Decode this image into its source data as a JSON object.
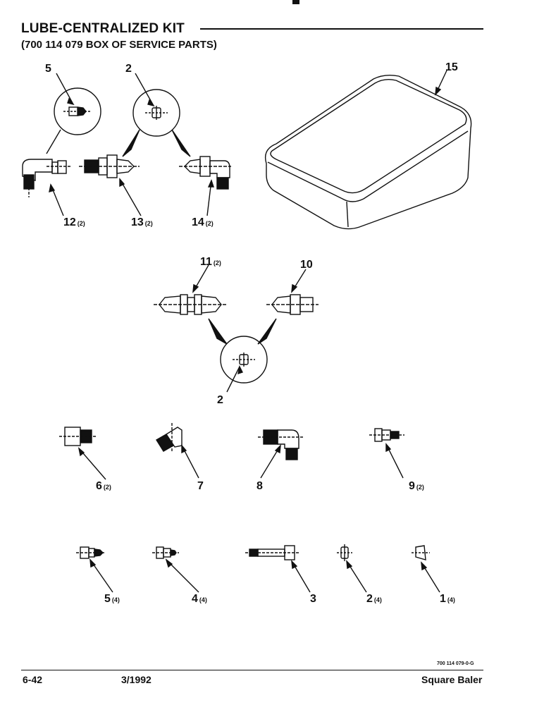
{
  "header": {
    "title": "LUBE-CENTRALIZED KIT",
    "subtitle": "(700 114 079 BOX OF SERVICE PARTS)"
  },
  "callouts": [
    {
      "num": "5",
      "qty": ""
    },
    {
      "num": "2",
      "qty": ""
    },
    {
      "num": "15",
      "qty": ""
    },
    {
      "num": "12",
      "qty": "(2)"
    },
    {
      "num": "13",
      "qty": "(2)"
    },
    {
      "num": "14",
      "qty": "(2)"
    },
    {
      "num": "11",
      "qty": "(2)"
    },
    {
      "num": "10",
      "qty": ""
    },
    {
      "num": "2",
      "qty": ""
    },
    {
      "num": "6",
      "qty": "(2)"
    },
    {
      "num": "7",
      "qty": ""
    },
    {
      "num": "8",
      "qty": ""
    },
    {
      "num": "9",
      "qty": "(2)"
    },
    {
      "num": "5",
      "qty": "(4)"
    },
    {
      "num": "4",
      "qty": "(4)"
    },
    {
      "num": "3",
      "qty": ""
    },
    {
      "num": "2",
      "qty": "(4)"
    },
    {
      "num": "1",
      "qty": "(4)"
    }
  ],
  "footer": {
    "drawing_code": "700 114 079-0-G",
    "page": "6-42",
    "date": "3/1992",
    "model": "Square Baler"
  }
}
